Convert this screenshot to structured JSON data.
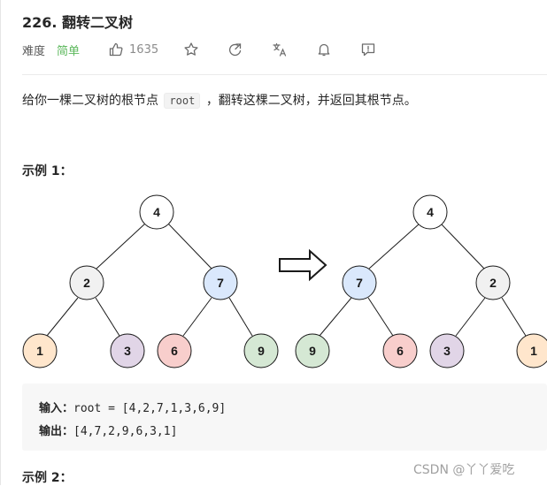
{
  "problem": {
    "title": "226. 翻转二叉树",
    "difficulty_label": "难度",
    "difficulty_value": "简单",
    "likes": "1635"
  },
  "toolbar_icons": [
    "thumbs-up-icon",
    "star-icon",
    "share-icon",
    "translate-icon",
    "bell-icon",
    "feedback-icon"
  ],
  "description": {
    "before": "给你一棵二叉树的根节点",
    "code": "root",
    "after": "，翻转这棵二叉树，并返回其根节点。"
  },
  "example1": {
    "heading": "示例 1：",
    "input_label": "输入：",
    "input_value": "root = [4,2,7,1,3,6,9]",
    "output_label": "输出：",
    "output_value": "[4,7,2,9,6,3,1]"
  },
  "example2": {
    "heading": "示例 2："
  },
  "trees": {
    "before": {
      "root": "4",
      "left": "2",
      "right": "7",
      "ll": "1",
      "lr": "3",
      "rl": "6",
      "rr": "9"
    },
    "after": {
      "root": "4",
      "left": "7",
      "right": "2",
      "ll": "9",
      "lr": "6",
      "rl": "3",
      "rr": "1"
    }
  },
  "colors": {
    "easy": "#5cb85c",
    "node_white": "#ffffff",
    "node_gray": "#f1f1f1",
    "node_blue": "#dae8fc",
    "node_orange": "#ffe6cc",
    "node_purple": "#e1d5e7",
    "node_red": "#f8cecc",
    "node_green": "#d5e8d4"
  },
  "watermark": "CSDN @丫丫爱吃"
}
